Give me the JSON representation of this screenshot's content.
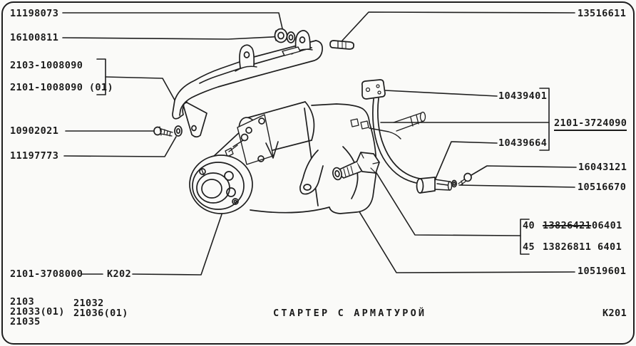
{
  "page": {
    "title": "СТАРТЕР С АРМАТУРОЙ",
    "sheet_code": "К201",
    "models_col1": [
      "2103",
      "21033(01)",
      "21035"
    ],
    "models_col2": [
      "21032",
      "21036(01)"
    ]
  },
  "callouts": {
    "nut_top": "11198073",
    "washer_top": "16100811",
    "shield_main": "2103-1008090",
    "shield_alt": "2101-1008090 (01)",
    "screw_left": "10902021",
    "washer_left": "11197773",
    "starter_part": "2101-3708000",
    "starter_ref": "К202",
    "stud_top": "13516611",
    "cable_lug": "10439401",
    "cable_assembly": "2101-3724090",
    "cable_terminal": "10439664",
    "screw_right": "16043121",
    "washer_right": "10516670",
    "washer_bolt": "10519601",
    "bolt_variants": [
      {
        "length": "40",
        "part_number": "13826421",
        "code": "06401"
      },
      {
        "length": "45",
        "part_number": "13826811",
        "code": "6401"
      }
    ]
  }
}
